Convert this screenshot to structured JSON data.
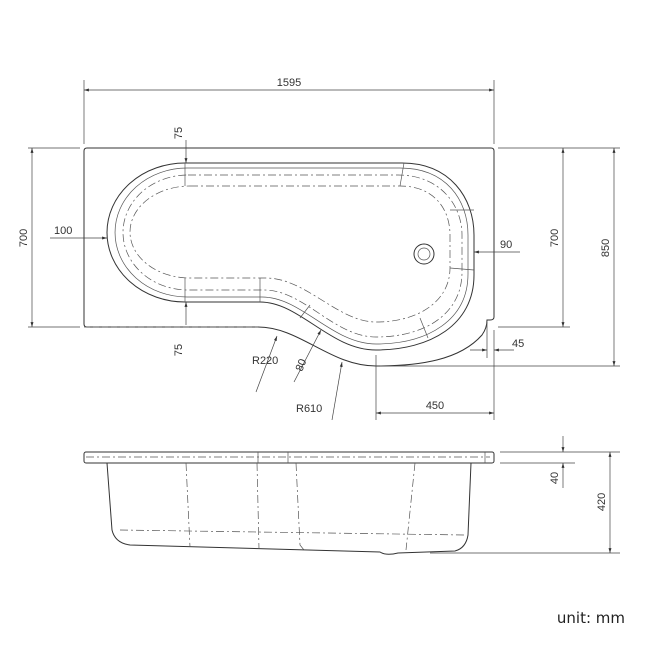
{
  "dimensions": {
    "overall_length": "1595",
    "rim_top": "75",
    "rim_end": "100",
    "rim_bottom": "75",
    "radius_inner": "R220",
    "rim_curve": "80",
    "radius_outer": "R610",
    "shower_width": "450",
    "rim_right": "90",
    "step": "45",
    "width_left": "700",
    "width_right": "700",
    "width_max": "850",
    "rim_thickness": "40",
    "height": "420"
  },
  "unit_label": "unit: mm"
}
